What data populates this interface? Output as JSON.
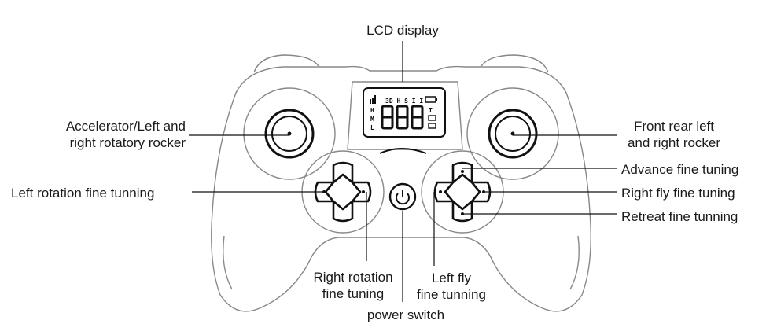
{
  "labels": {
    "lcd_display": "LCD display",
    "accelerator_line1": "Accelerator/Left and",
    "accelerator_line2": "right rotatory rocker",
    "left_rotation_fine": "Left rotation fine tunning",
    "right_rotation_line1": "Right rotation",
    "right_rotation_line2": "fine tuning",
    "left_fly_line1": "Left fly",
    "left_fly_line2": "fine tunning",
    "power_switch": "power switch",
    "front_rear_line1": "Front rear left",
    "front_rear_line2": "and right rocker",
    "advance_fine": "Advance fine tuning",
    "right_fly_fine": "Right fly fine tuning",
    "retreat_fine": "Retreat fine tunning"
  },
  "lcd": {
    "top_indicators": "3D H S I I",
    "row_h": "H",
    "row_m": "M",
    "row_l": "L",
    "digits": "888",
    "right_t": "T"
  }
}
